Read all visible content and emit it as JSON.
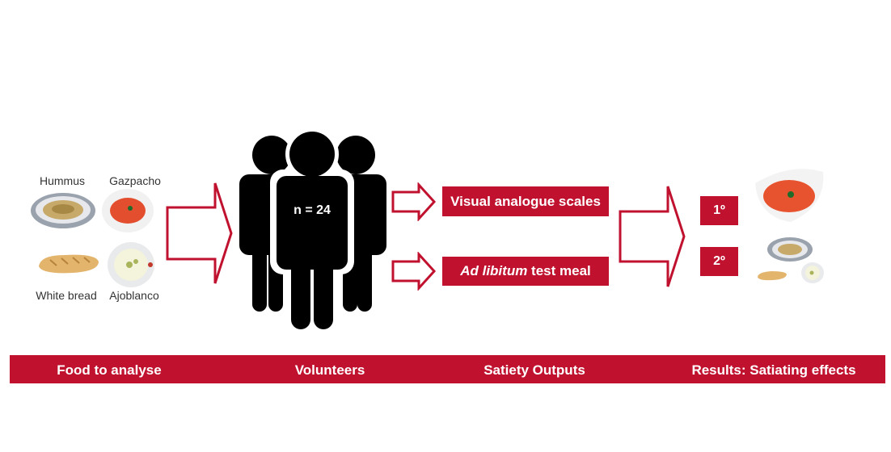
{
  "foods": {
    "hummus": "Hummus",
    "gazpacho": "Gazpacho",
    "white_bread": "White bread",
    "ajoblanco": "Ajoblanco"
  },
  "volunteers": {
    "n_label": "n = 24"
  },
  "outputs": {
    "vas_label": "Visual analogue scales",
    "meal_italic": "Ad libitum",
    "meal_rest": " test meal"
  },
  "results": {
    "rank_1": "1º",
    "rank_2": "2º"
  },
  "bar": {
    "food": "Food to analyse",
    "volunteers": "Volunteers",
    "satiety": "Satiety Outputs",
    "results": "Results: Satiating effects"
  },
  "colors": {
    "accent": "#c0122f"
  }
}
